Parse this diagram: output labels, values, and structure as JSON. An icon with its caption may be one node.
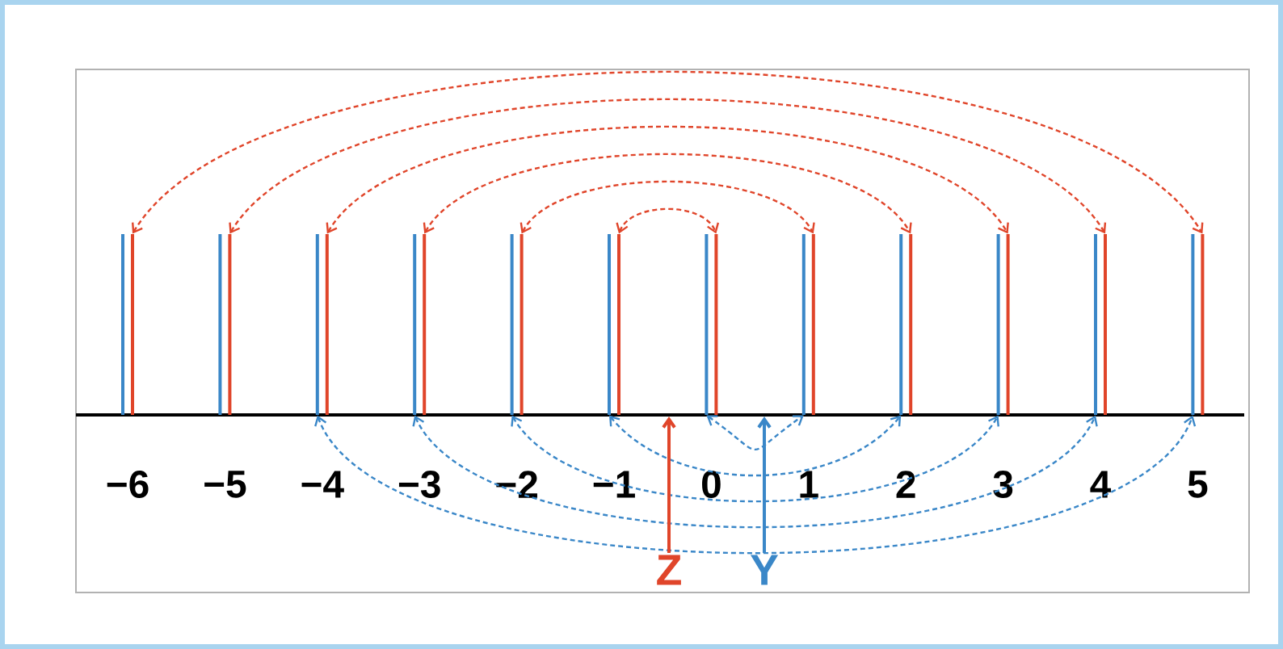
{
  "diagram": {
    "nodes": [
      {
        "text": [],
        "shape": "bar"
      },
      {
        "text": [],
        "shape": "bar"
      },
      {
        "text": [],
        "shape": "bar"
      },
      {
        "text": [],
        "shape": "bar"
      },
      {
        "text": [],
        "shape": "bar"
      },
      {
        "text": [],
        "shape": "bar"
      },
      {
        "text": [],
        "shape": "bar"
      },
      {
        "text": [],
        "shape": "bar"
      },
      {
        "text": [],
        "shape": "bar"
      },
      {
        "text": [],
        "shape": "bar"
      },
      {
        "text": [],
        "shape": "bar"
      },
      {
        "text": [],
        "shape": "bar"
      },
      {
        "text": [],
        "shape": "bar"
      },
      {
        "text": [],
        "shape": "bar"
      },
      {
        "text": [],
        "shape": "bar"
      },
      {
        "text": [],
        "shape": "bar"
      },
      {
        "text": [],
        "shape": "bar"
      },
      {
        "text": [],
        "shape": "bar"
      },
      {
        "text": [],
        "shape": "bar"
      },
      {
        "text": [],
        "shape": "bar"
      },
      {
        "text": [],
        "shape": "bar"
      },
      {
        "text": [],
        "shape": "bar"
      },
      {
        "text": [],
        "shape": "bar"
      },
      {
        "text": [],
        "shape": "bar"
      },
      {
        "text": [
          "Z"
        ]
      },
      {
        "text": [
          "Y"
        ]
      }
    ],
    "edges": [
      {
        "from": 11,
        "to": 13,
        "arrow": "both",
        "style": "dashed",
        "color": "#e0452a"
      },
      {
        "from": 9,
        "to": 15,
        "arrow": "both",
        "style": "dashed",
        "color": "#e0452a"
      },
      {
        "from": 7,
        "to": 17,
        "arrow": "both",
        "style": "dashed",
        "color": "#e0452a"
      },
      {
        "from": 5,
        "to": 19,
        "arrow": "both",
        "style": "dashed",
        "color": "#e0452a"
      },
      {
        "from": 3,
        "to": 21,
        "arrow": "both",
        "style": "dashed",
        "color": "#e0452a"
      },
      {
        "from": 1,
        "to": 23,
        "arrow": "both",
        "style": "dashed",
        "color": "#e0452a"
      },
      {
        "from": 12,
        "to": 14,
        "arrow": "both",
        "style": "dashed",
        "color": "#3a87c8"
      },
      {
        "from": 10,
        "to": 16,
        "arrow": "both",
        "style": "dashed",
        "color": "#3a87c8"
      },
      {
        "from": 8,
        "to": 18,
        "arrow": "both",
        "style": "dashed",
        "color": "#3a87c8"
      },
      {
        "from": 6,
        "to": 20,
        "arrow": "both",
        "style": "dashed",
        "color": "#3a87c8"
      },
      {
        "from": 4,
        "to": 22,
        "arrow": "both",
        "style": "dashed",
        "color": "#3a87c8"
      },
      {
        "from": 24,
        "to": null,
        "arrow": "to",
        "color": "#e0452a"
      },
      {
        "from": 25,
        "to": null,
        "arrow": "to",
        "color": "#3a87c8"
      }
    ],
    "labels": [
      "−6",
      "−5",
      "−4",
      "−3",
      "−2",
      "−1",
      "0",
      "1",
      "2",
      "3",
      "4",
      "5"
    ]
  }
}
